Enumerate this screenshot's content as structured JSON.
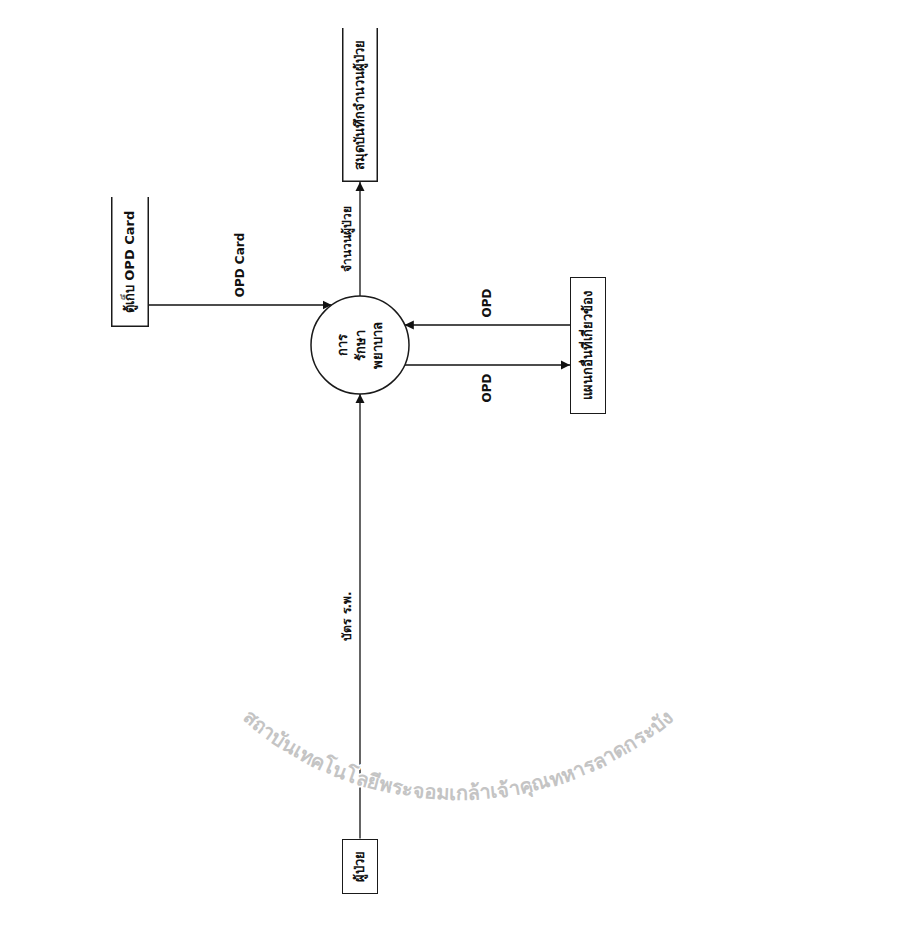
{
  "diagram": {
    "nodes": [
      {
        "text": [
          "ผู้ป่วย"
        ]
      },
      {
        "text": [
          "การรักษา พยาบาล"
        ]
      },
      {
        "text": [
          "ตู้เก็บ OPD Card"
        ]
      },
      {
        "text": [
          "สมุดบันทึกจำนวนผู้ป่วย"
        ]
      },
      {
        "text": [
          "แผนกอื่นที่เกี่ยวข้อง"
        ]
      }
    ],
    "edges": [
      {
        "from": 0,
        "to": 1,
        "label": "บัตร ร.พ.",
        "arrow": "to"
      },
      {
        "from": 2,
        "to": 1,
        "label": "OPD Card",
        "arrow": "to"
      },
      {
        "from": 1,
        "to": 3,
        "label": "จำนวนผู้ป่วย",
        "arrow": "to"
      },
      {
        "from": 1,
        "to": 4,
        "label": "OPD",
        "arrow": "to"
      },
      {
        "from": 4,
        "to": 1,
        "label": "OPD",
        "arrow": "to"
      }
    ],
    "labels": [
      "สถาบันเทคโนโลยีพระจอมเกล้าเจ้าคุณทหารลาดกระบัง"
    ]
  }
}
